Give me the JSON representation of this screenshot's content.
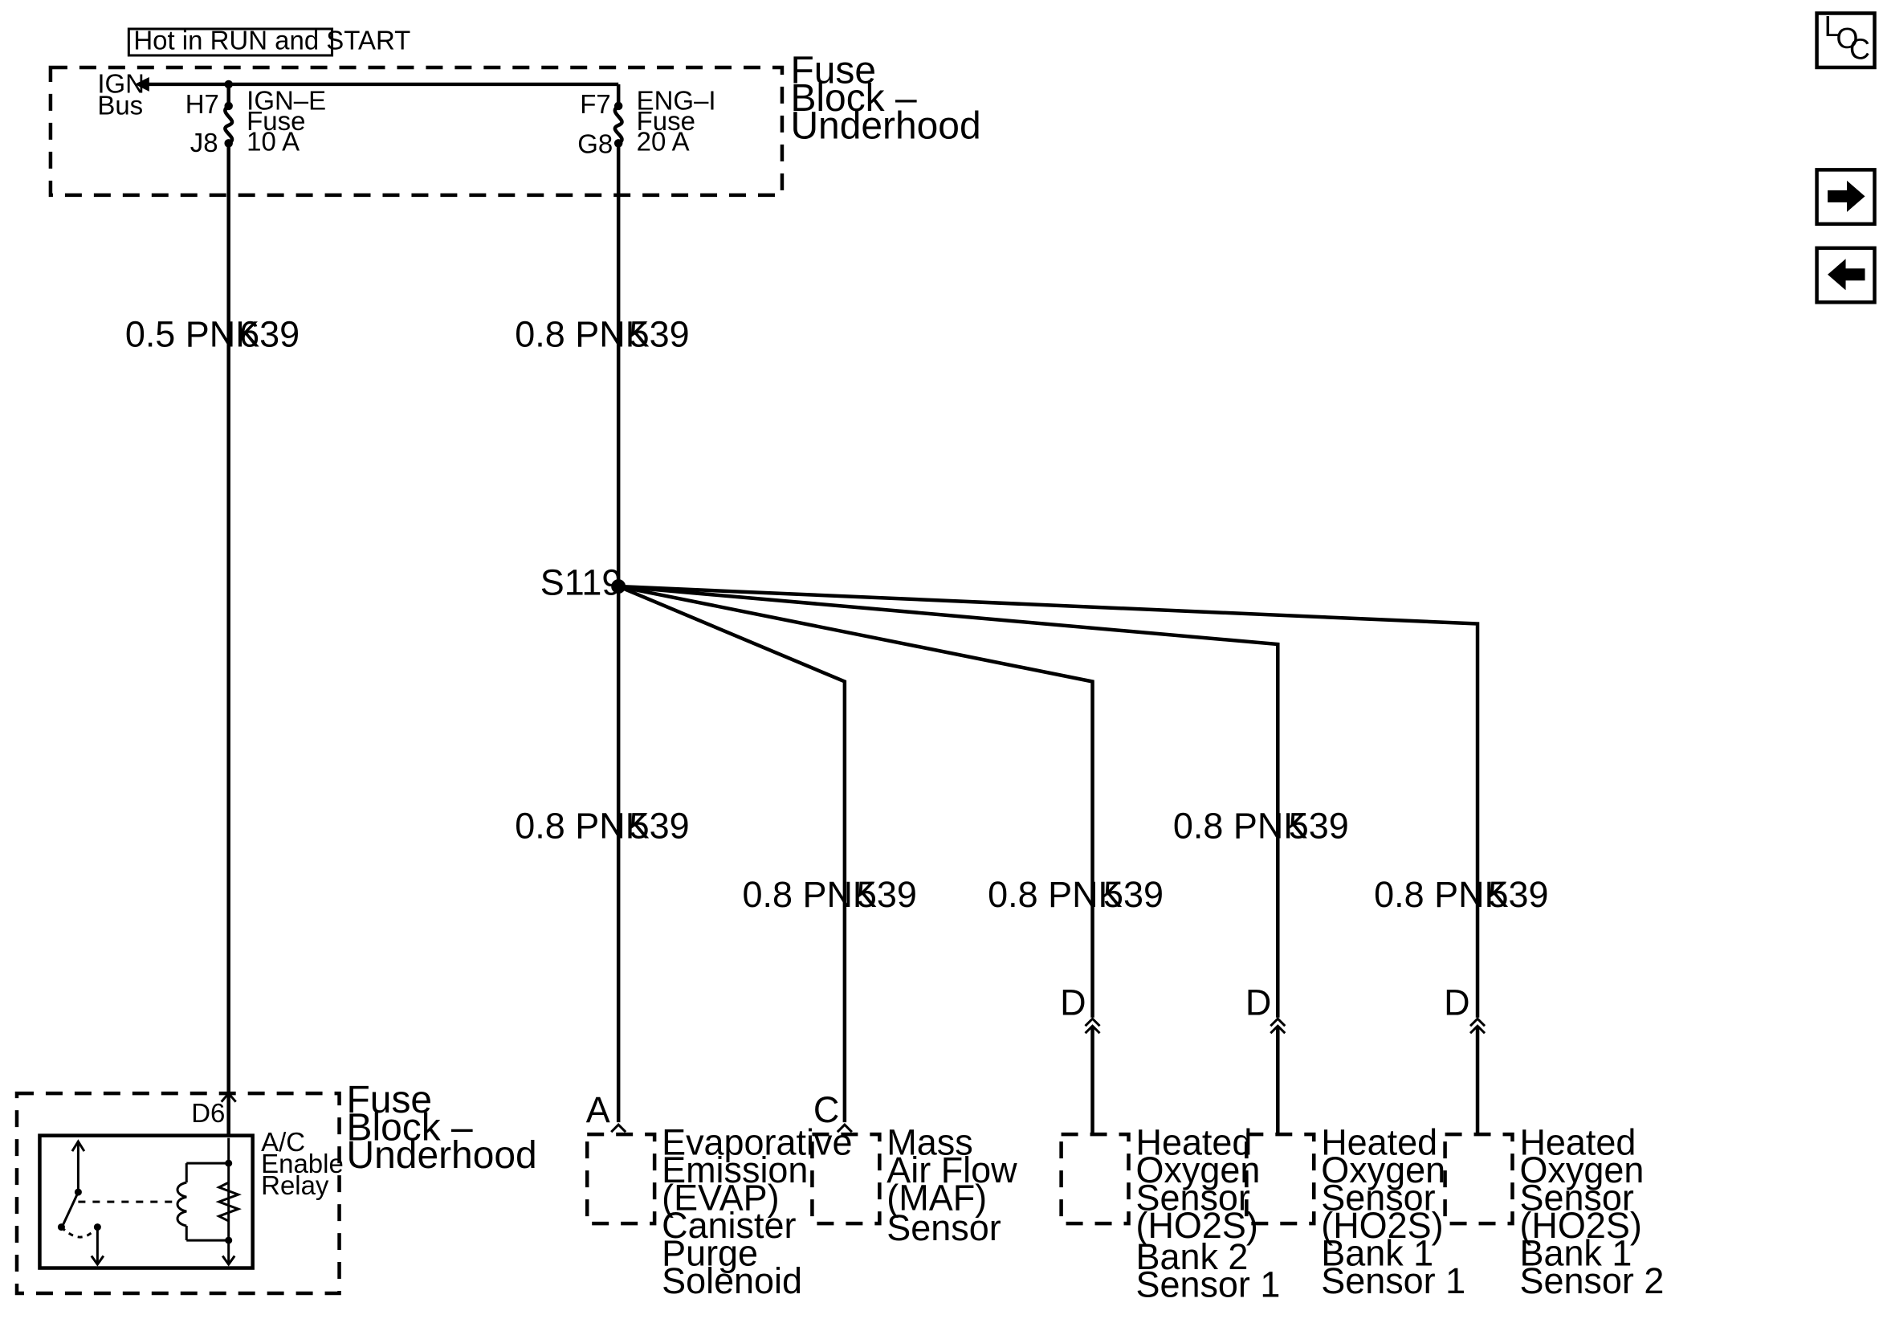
{
  "header_label": "Hot in RUN and START",
  "fuse_block_top": {
    "title": [
      "Fuse",
      "Block –",
      "Underhood"
    ],
    "ign_bus": [
      "IGN",
      "Bus"
    ],
    "fuse_ign_e": {
      "in_pin": "H7",
      "out_pin": "J8",
      "label": [
        "IGN–E",
        "Fuse",
        "10 A"
      ]
    },
    "fuse_eng_i": {
      "in_pin": "F7",
      "out_pin": "G8",
      "label": [
        "ENG–I",
        "Fuse",
        "20 A"
      ]
    }
  },
  "fuse_block_bottom": {
    "title": [
      "Fuse",
      "Block –",
      "Underhood"
    ],
    "pin": "D6",
    "relay_label": [
      "A/C",
      "Enable",
      "Relay"
    ]
  },
  "wires": {
    "ign_feed": {
      "gauge_color": "0.5 PNK",
      "circuit": "639"
    },
    "eng_feed": {
      "gauge_color": "0.8 PNK",
      "circuit": "539"
    },
    "branch_evap": {
      "gauge_color": "0.8 PNK",
      "circuit": "539"
    },
    "branch_maf": {
      "gauge_color": "0.8 PNK",
      "circuit": "539"
    },
    "branch_ho2s_b2s1": {
      "gauge_color": "0.8 PNK",
      "circuit": "539"
    },
    "branch_ho2s_b1s1": {
      "gauge_color": "0.8 PNK",
      "circuit": "539"
    },
    "branch_ho2s_b1s2": {
      "gauge_color": "0.8 PNK",
      "circuit": "539"
    }
  },
  "splice": "S119",
  "components": [
    {
      "pin": "A",
      "label": [
        "Evaporative",
        "Emission",
        "(EVAP)",
        "Canister",
        "Purge",
        "Solenoid"
      ]
    },
    {
      "pin": "C",
      "label": [
        "Mass",
        "Air Flow",
        "(MAF)",
        "Sensor"
      ]
    },
    {
      "pin": "D",
      "label": [
        "Heated",
        "Oxygen",
        "Sensor",
        "(HO2S)",
        "Bank 2",
        "Sensor 1"
      ]
    },
    {
      "pin": "D",
      "label": [
        "Heated",
        "Oxygen",
        "Sensor",
        "(HO2S)",
        "Bank 1",
        "Sensor 1"
      ]
    },
    {
      "pin": "D",
      "label": [
        "Heated",
        "Oxygen",
        "Sensor",
        "(HO2S)",
        "Bank 1",
        "Sensor 2"
      ]
    }
  ],
  "nav": {
    "loc_letters": [
      "L",
      "O",
      "C"
    ],
    "next_icon": "right-arrow-icon",
    "prev_icon": "left-arrow-icon"
  }
}
